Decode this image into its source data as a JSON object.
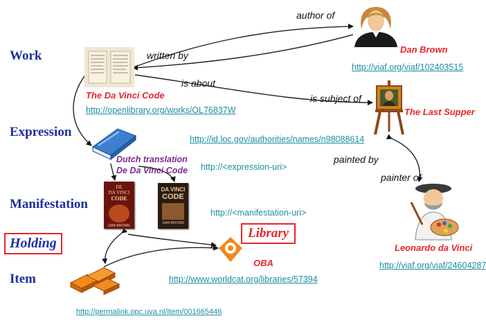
{
  "levels": {
    "work": "Work",
    "expression": "Expression",
    "manifestation": "Manifestation",
    "holding": "Holding",
    "item": "Item"
  },
  "relations": {
    "author_of": "author of",
    "written_by": "written by",
    "is_about": "is about",
    "is_subject_of": "is subject of",
    "painted_by": "painted by",
    "painter_of": "painter of"
  },
  "entities": {
    "work_title": "The Da Vinci Code",
    "author_name": "Dan Brown",
    "painting_title": "The Last Supper",
    "translation_line1": "Dutch translation",
    "translation_line2": "De Da Vinci Code",
    "painter_name": "Leonardo da Vinci",
    "library_label": "Library",
    "library_name": "OBA"
  },
  "uris": {
    "work": "http://openlibrary.org/works/OL76837W",
    "author": "http://viaf.org/viaf/102403515",
    "painting": "http://id.loc.gov/authorities/names/n98088614",
    "expression": "http://<expression-uri>",
    "manifestation": "http://<manifestation-uri>",
    "painter": "http://viaf.org/viaf/24604287",
    "library": "http://www.worldcat.org/libraries/57394",
    "item": "http://permalink.opc.uva.nl/item/001665446"
  },
  "book_covers": {
    "cover1_line1": "DE",
    "cover1_line2": "DA VINCI",
    "cover1_line3": "CODE",
    "cover1_author": "DAN BROWN",
    "cover2_line1": "DA VINCI",
    "cover2_line2": "CODE",
    "cover2_author": "DAN BROWN"
  },
  "colors": {
    "level_blue": "#1f2f9e",
    "accent_red": "#e8252a",
    "uri_teal": "#1b8ea3",
    "translation_purple": "#7b2c8e",
    "library_orange": "#f08a1c"
  },
  "icons": [
    "manuscript-icon",
    "author-portrait-icon",
    "painting-easel-icon",
    "blue-book-icon",
    "book-cover-icon",
    "painter-icon",
    "library-logo-icon",
    "books-stack-icon"
  ]
}
